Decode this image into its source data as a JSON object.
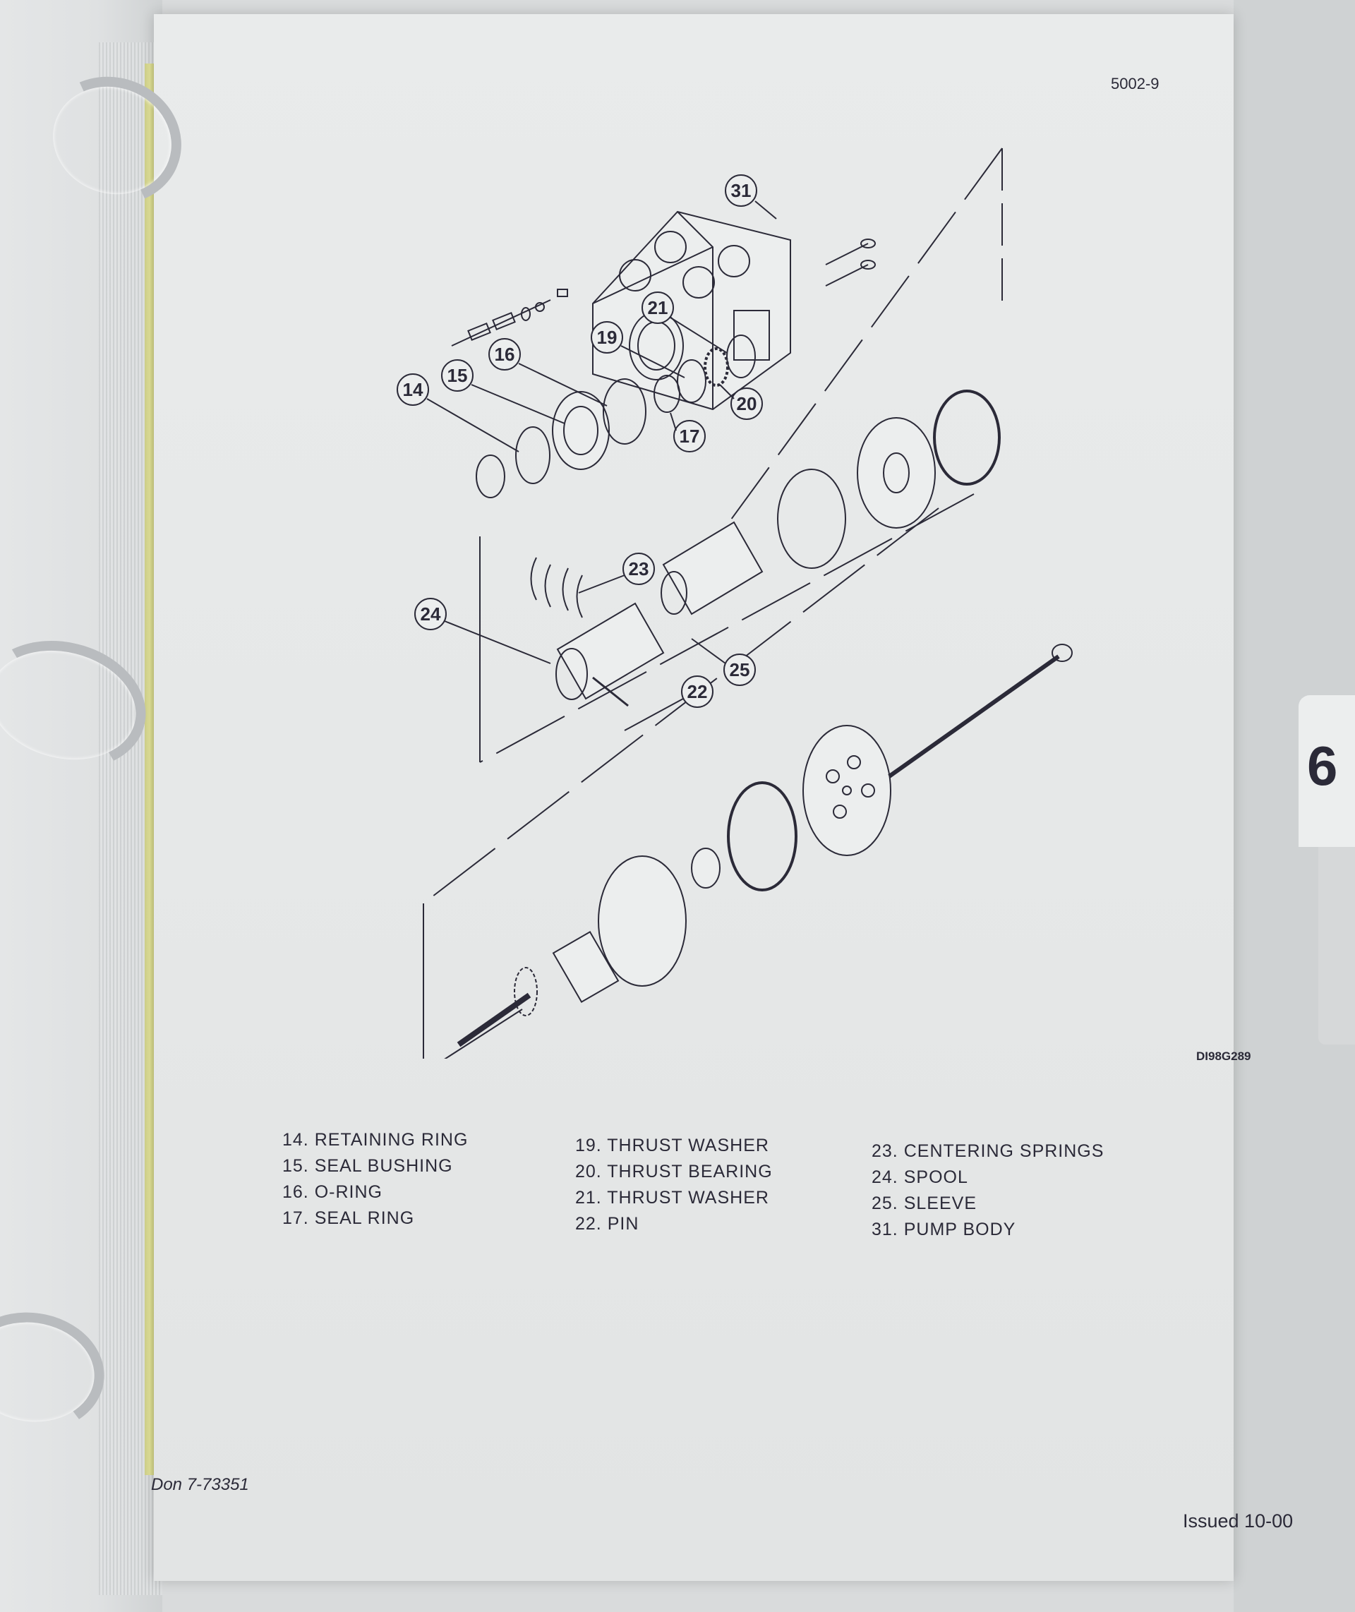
{
  "header": {
    "page_number": "5002-9"
  },
  "section_tab": {
    "label": "6"
  },
  "figure": {
    "id": "DI98G289",
    "callouts": [
      "31",
      "21",
      "19",
      "16",
      "15",
      "14",
      "17",
      "20",
      "23",
      "24",
      "25",
      "22"
    ]
  },
  "legend": {
    "columns": [
      [
        {
          "num": "14.",
          "label": "RETAINING RING"
        },
        {
          "num": "15.",
          "label": "SEAL BUSHING"
        },
        {
          "num": "16.",
          "label": "O-RING"
        },
        {
          "num": "17.",
          "label": "SEAL RING"
        }
      ],
      [
        {
          "num": "19.",
          "label": "THRUST WASHER"
        },
        {
          "num": "20.",
          "label": "THRUST BEARING"
        },
        {
          "num": "21.",
          "label": "THRUST WASHER"
        },
        {
          "num": "22.",
          "label": "PIN"
        }
      ],
      [
        {
          "num": "23.",
          "label": "CENTERING SPRINGS"
        },
        {
          "num": "24.",
          "label": "SPOOL"
        },
        {
          "num": "25.",
          "label": "SLEEVE"
        },
        {
          "num": "31.",
          "label": "PUMP BODY"
        }
      ]
    ]
  },
  "footer": {
    "document_code": "Don 7-73351",
    "issued": "Issued 10-00"
  }
}
